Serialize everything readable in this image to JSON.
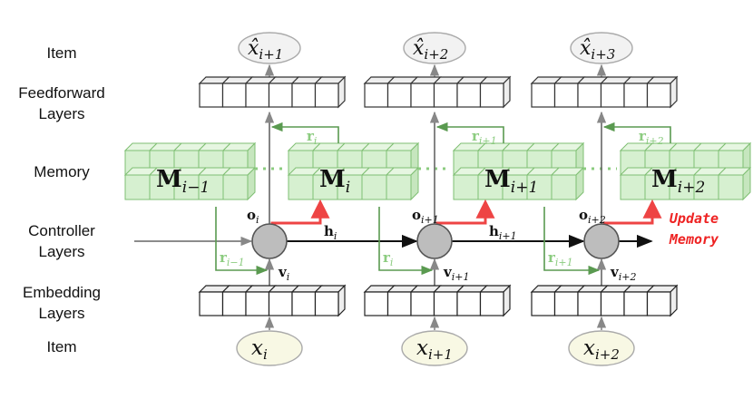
{
  "row_labels": {
    "item_top": "Item",
    "feedforward_1": "Feedforward",
    "feedforward_2": "Layers",
    "memory": "Memory",
    "controller_1": "Controller",
    "controller_2": "Layers",
    "embedding_1": "Embedding",
    "embedding_2": "Layers",
    "item_bottom": "Item"
  },
  "update_label": {
    "line1": "Update",
    "line2": "Memory"
  },
  "steps": [
    {
      "output": {
        "base": "x̂",
        "sub": "i+1"
      },
      "input": {
        "base": "x",
        "sub": "i"
      },
      "memory": {
        "base": "M",
        "sub": "i−1"
      },
      "read_top": {
        "base": "r",
        "sub": "i"
      },
      "read_bottom": {
        "base": "r",
        "sub": "i−1"
      },
      "o": {
        "base": "o",
        "sub": "i"
      },
      "v": {
        "base": "v",
        "sub": "i"
      },
      "h": {
        "base": "h",
        "sub": "i"
      }
    },
    {
      "output": {
        "base": "x̂",
        "sub": "i+2"
      },
      "input": {
        "base": "x",
        "sub": "i+1"
      },
      "memory": {
        "base": "M",
        "sub": "i"
      },
      "read_top": {
        "base": "r",
        "sub": "i+1"
      },
      "read_bottom": {
        "base": "r",
        "sub": "i"
      },
      "o": {
        "base": "o",
        "sub": "i+1"
      },
      "v": {
        "base": "v",
        "sub": "i+1"
      },
      "h": {
        "base": "h",
        "sub": "i+1"
      }
    },
    {
      "output": {
        "base": "x̂",
        "sub": "i+3"
      },
      "input": {
        "base": "x",
        "sub": "i+2"
      },
      "memory": {
        "base": "M",
        "sub": "i+1"
      },
      "read_top": {
        "base": "r",
        "sub": "i+2"
      },
      "read_bottom": {
        "base": "r",
        "sub": "i+1"
      },
      "o": {
        "base": "o",
        "sub": "i+2"
      },
      "v": {
        "base": "v",
        "sub": "i+2"
      },
      "h": {
        "base": "",
        "sub": ""
      }
    }
  ],
  "last_memory": {
    "base": "M",
    "sub": "i+2"
  },
  "colors": {
    "memory_fill": "#d6f0d0",
    "memory_stroke": "#7fbf73",
    "read_arrow": "#5a9a50",
    "read_label": "#8ccc80",
    "update_arrow": "#ee4444",
    "update_text": "#ee2222",
    "controller_fill": "#bdbdbd",
    "embed_stroke": "#222222",
    "input_item_fill": "#f8f8e4",
    "output_item_fill": "#f2f2f2"
  }
}
